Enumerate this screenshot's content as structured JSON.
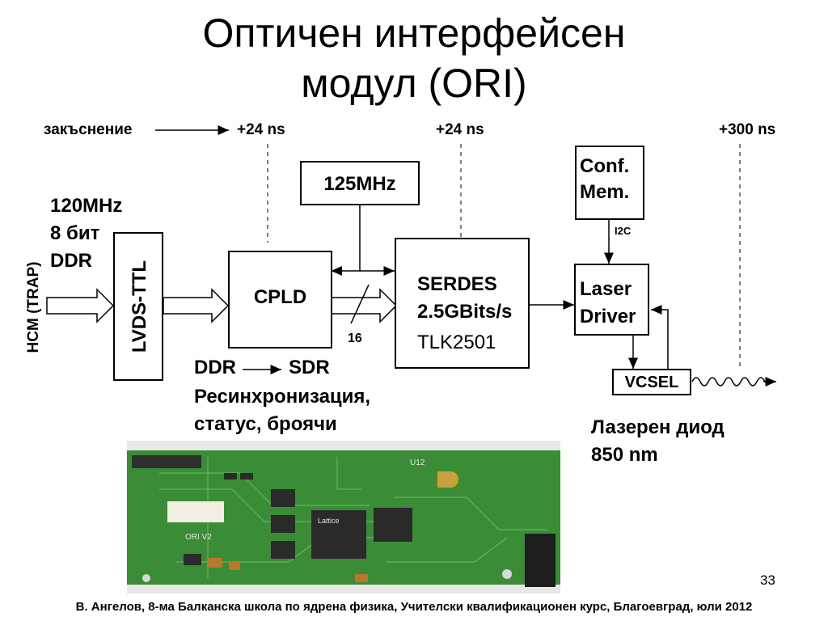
{
  "slide": {
    "title_line1": "Оптичен интерфейсен",
    "title_line2": "модул (ORI)",
    "page_number": "33",
    "footer": "В. Ангелов, 8-ма Балканска школа по ядрена физика, Учителски квалификационен курс, Благоевград, юли 2012"
  },
  "timing": {
    "delay_label": "закъснение",
    "t1": "+24 ns",
    "t2": "+24 ns",
    "t3": "+300 ns"
  },
  "input_spec": {
    "line1": "120MHz",
    "line2": "8 бит",
    "line3": "DDR",
    "source": "HCM (TRAP)"
  },
  "blocks": {
    "lvds": "LVDS-TTL",
    "cpld": "CPLD",
    "clock": "125MHz",
    "serdes_line1": "SERDES",
    "serdes_line2": "2.5GBits/s",
    "serdes_line3": "TLK2501",
    "conf_line1": "Conf.",
    "conf_line2": "Mem.",
    "i2c": "I2C",
    "laser_line1": "Laser",
    "laser_line2": "Driver",
    "vcsel": "VCSEL",
    "bus_width": "16"
  },
  "notes": {
    "ddr": "DDR",
    "sdr": "SDR",
    "resync": "Ресинхронизация,",
    "status": "статус, броячи",
    "laser_diode": "Лазерен диод",
    "wavelength": "850 nm"
  },
  "photo": {
    "chip_label": "Lattice",
    "board_label": "ORI V2",
    "serial_label": "U12"
  }
}
